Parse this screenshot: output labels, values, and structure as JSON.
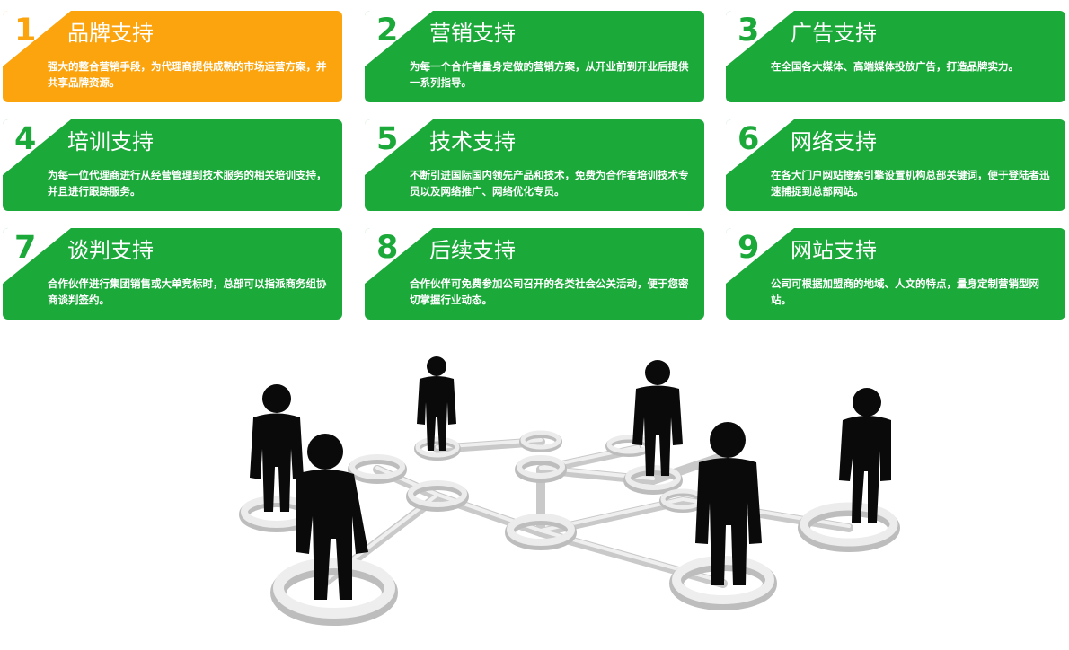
{
  "cards": [
    {
      "num": "1",
      "title": "品牌支持",
      "desc": "强大的整合营销手段，为代理商提供成熟的市场运营方案，并共享品牌资源。",
      "color": "orange"
    },
    {
      "num": "2",
      "title": "营销支持",
      "desc": "为每一个合作者量身定做的营销方案，从开业前到开业后提供一系列指导。",
      "color": "green"
    },
    {
      "num": "3",
      "title": "广告支持",
      "desc": "在全国各大媒体、高端媒体投放广告，打造品牌实力。",
      "color": "green"
    },
    {
      "num": "4",
      "title": "培训支持",
      "desc": "为每一位代理商进行从经营管理到技术服务的相关培训支持，并且进行跟踪服务。",
      "color": "green"
    },
    {
      "num": "5",
      "title": "技术支持",
      "desc": "不断引进国际国内领先产品和技术，免费为合作者培训技术专员以及网络推广、网络优化专员。",
      "color": "green"
    },
    {
      "num": "6",
      "title": "网络支持",
      "desc": "在各大门户网站搜索引擎设置机构总部关键词，便于登陆者迅速捕捉到总部网站。",
      "color": "green"
    },
    {
      "num": "7",
      "title": "谈判支持",
      "desc": "合作伙伴进行集团销售或大单竞标时，总部可以指派商务组协商谈判签约。",
      "color": "green"
    },
    {
      "num": "8",
      "title": "后续支持",
      "desc": "合作伙伴可免费参加公司召开的各类社会公关活动，便于您密切掌握行业动态。",
      "color": "green"
    },
    {
      "num": "9",
      "title": "网站支持",
      "desc": "公司可根据加盟商的地域、人文的特点，量身定制营销型网站。",
      "color": "green"
    }
  ],
  "colors": {
    "green": "#1ba93a",
    "orange": "#fba40d"
  },
  "illustration": {
    "icon": "people-network-icon"
  }
}
